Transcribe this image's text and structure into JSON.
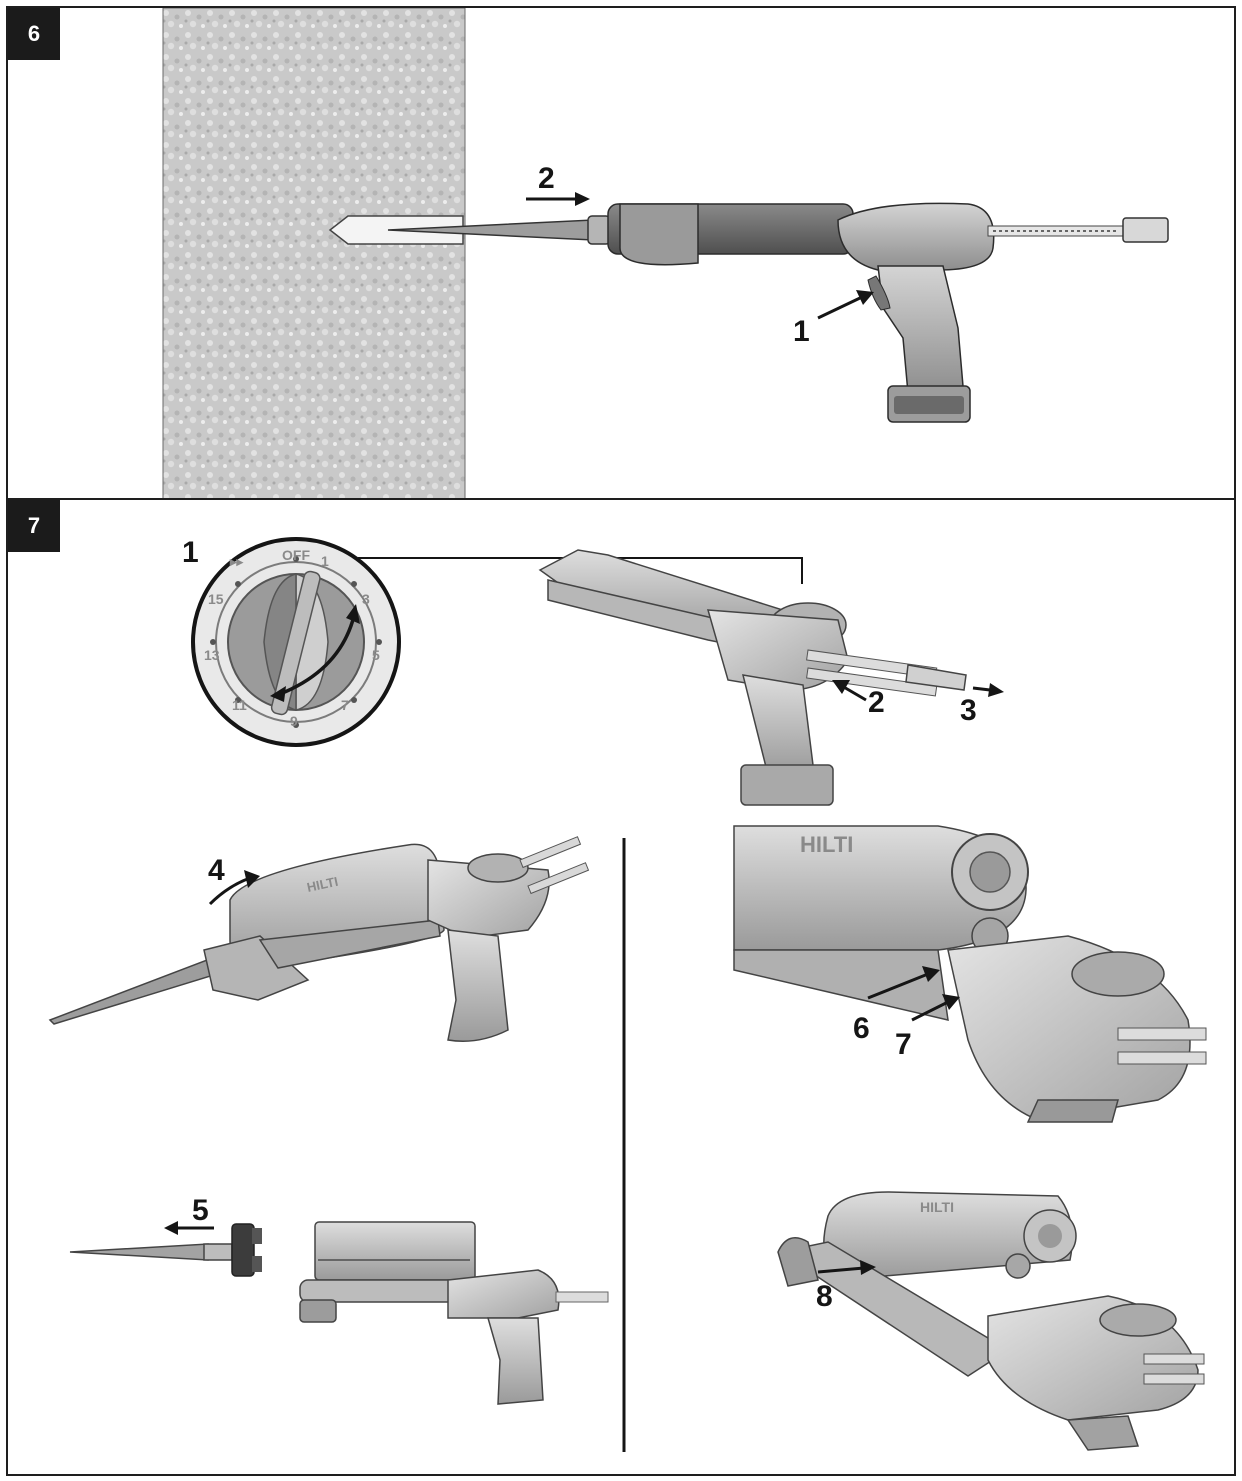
{
  "panels": [
    {
      "number": "6",
      "callouts": [
        "1",
        "2"
      ]
    },
    {
      "number": "7",
      "callouts": [
        "1",
        "2",
        "3",
        "4",
        "5",
        "6",
        "7",
        "8"
      ],
      "dial": {
        "top_labels": [
          "▸▸",
          "OFF",
          "1"
        ],
        "ring_numbers": [
          "3",
          "5",
          "7",
          "9",
          "11",
          "13",
          "15"
        ]
      },
      "brand_marks": [
        "HILTI",
        "HILTI",
        "HILTI"
      ]
    }
  ]
}
